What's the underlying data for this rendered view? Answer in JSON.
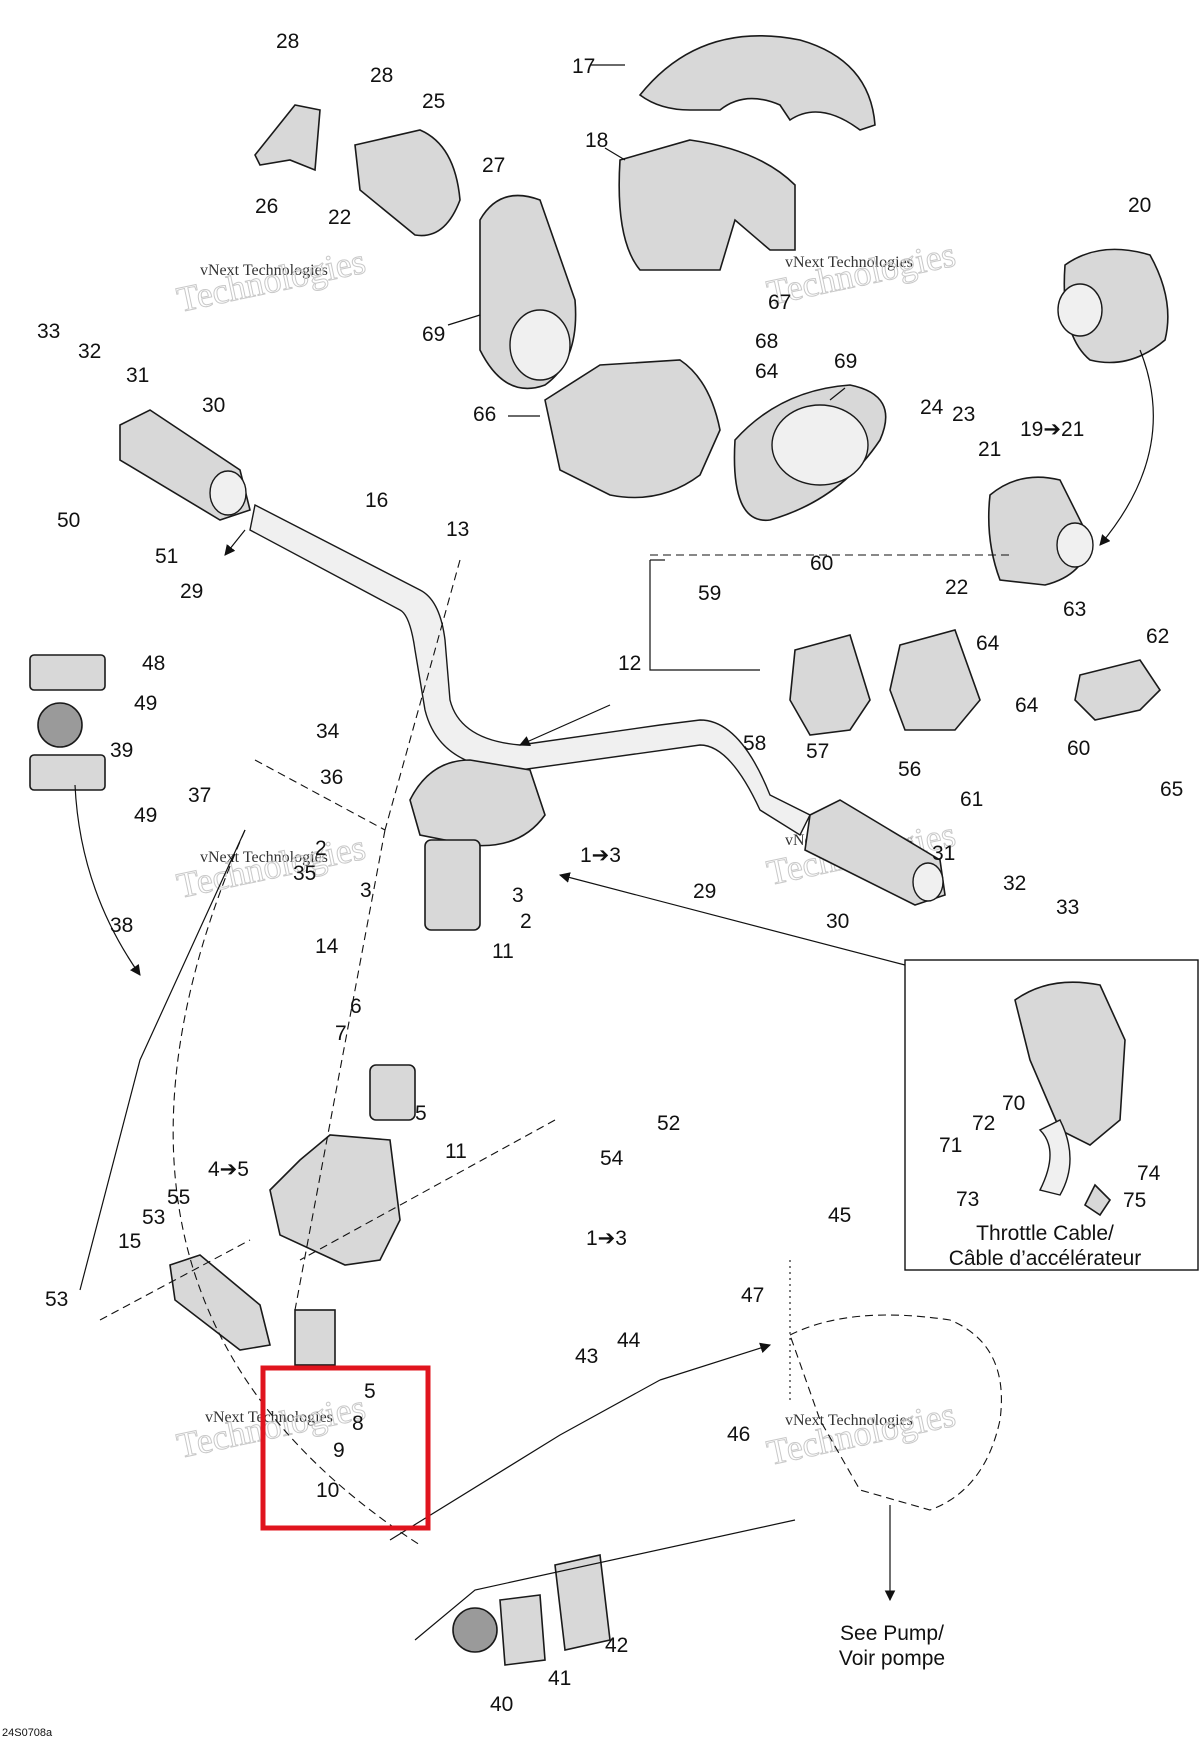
{
  "labels": {
    "l1_3": "1➔3",
    "l2a": "2",
    "l2b": "2",
    "l3a": "3",
    "l3b": "3",
    "l4_5": "4➔5",
    "l5a": "5",
    "l5b": "5",
    "l6": "6",
    "l7": "7",
    "l8": "8",
    "l9": "9",
    "l10": "10",
    "l11a": "11",
    "l11b": "11",
    "l12": "12",
    "l13": "13",
    "l14": "14",
    "l15": "15",
    "l16": "16",
    "l17": "17",
    "l18": "18",
    "l19_21": "19➔21",
    "l20": "20",
    "l21": "21",
    "l22a": "22",
    "l22b": "22",
    "l23": "23",
    "l24": "24",
    "l25": "25",
    "l26": "26",
    "l27": "27",
    "l28a": "28",
    "l28b": "28",
    "l29a": "29",
    "l29b": "29",
    "l30a": "30",
    "l30b": "30",
    "l31a": "31",
    "l31b": "31",
    "l32a": "32",
    "l32b": "32",
    "l33a": "33",
    "l33b": "33",
    "l34": "34",
    "l35": "35",
    "l36": "36",
    "l37": "37",
    "l38": "38",
    "l39": "39",
    "l40": "40",
    "l41": "41",
    "l42": "42",
    "l43": "43",
    "l44": "44",
    "l45": "45",
    "l46": "46",
    "l47": "47",
    "l48": "48",
    "l49a": "49",
    "l49b": "49",
    "l50": "50",
    "l51": "51",
    "l52": "52",
    "l53a": "53",
    "l53b": "53",
    "l54": "54",
    "l55": "55",
    "l56": "56",
    "l57": "57",
    "l58": "58",
    "l59": "59",
    "l60a": "60",
    "l60b": "60",
    "l61": "61",
    "l62": "62",
    "l63": "63",
    "l64a": "64",
    "l64b": "64",
    "l64c": "64",
    "l65": "65",
    "l66": "66",
    "l67": "67",
    "l68": "68",
    "l69a": "69",
    "l69b": "69",
    "l70": "70",
    "l71": "71",
    "l72": "72",
    "l73": "73",
    "l74": "74",
    "l75": "75"
  },
  "captions": {
    "throttle_en": "Throttle Cable/",
    "throttle_fr": "Câble d’accélérateur",
    "pump_en": "See Pump/",
    "pump_fr": "Voir pompe"
  },
  "watermark": {
    "line1": "vNext Technologies",
    "line2": "Technologies"
  },
  "figure_ref": "24S0708a",
  "colors": {
    "highlight": "#e0141e",
    "ink": "#1a1a1a",
    "part_fill": "#d8d8d8"
  }
}
